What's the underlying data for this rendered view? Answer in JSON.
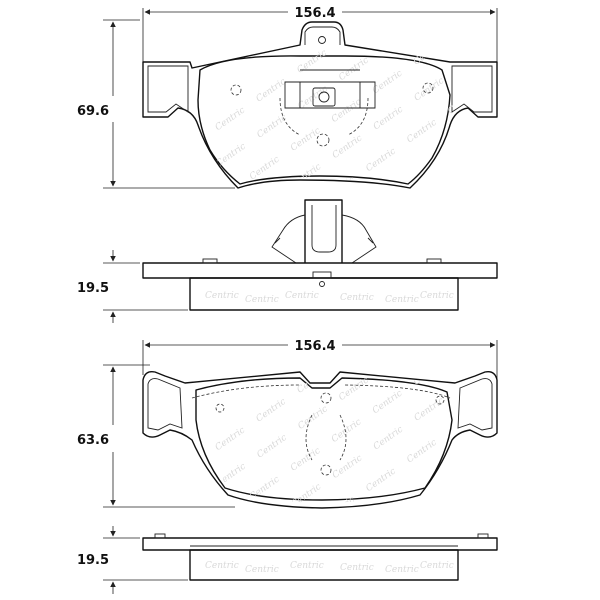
{
  "dimensions": {
    "top_width": "156.4",
    "top_height": "69.6",
    "top_thickness": "19.5",
    "bottom_width": "156.4",
    "bottom_height": "63.6",
    "bottom_thickness": "19.5"
  },
  "watermark_text": "Centric",
  "colors": {
    "line": "#111111",
    "watermark": "#d9d9d9",
    "background": "#ffffff"
  }
}
